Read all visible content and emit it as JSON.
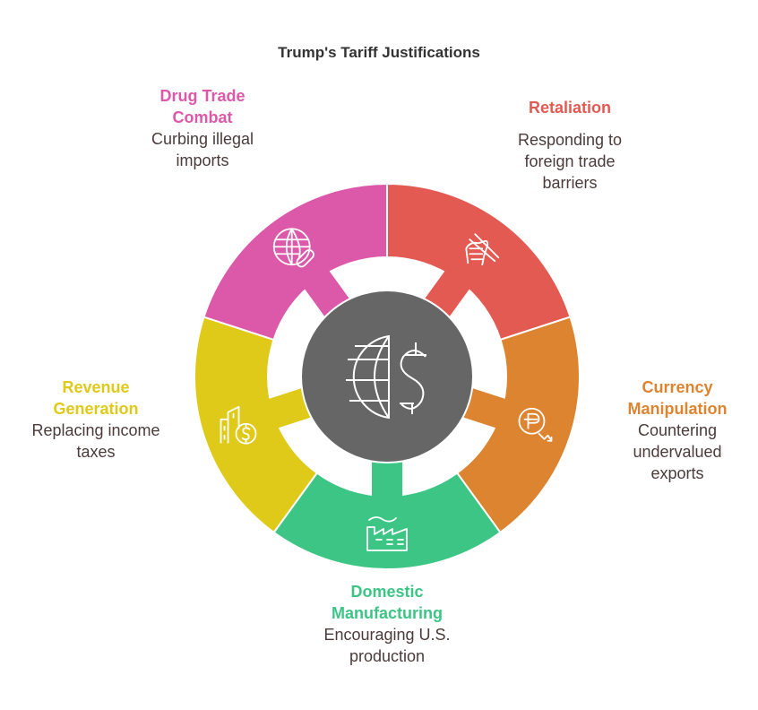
{
  "title": "Trump's Tariff Justifications",
  "center_icon": "globe-dollar-icon",
  "center_color": "#666666",
  "segments": [
    {
      "title": "Retaliation",
      "description": "Responding to foreign trade barriers",
      "color": "#E35A52",
      "icon": "hand-chopsticks-icon"
    },
    {
      "title": "Currency Manipulation",
      "description": "Countering undervalued exports",
      "color": "#DD8431",
      "icon": "currency-down-icon"
    },
    {
      "title": "Domestic Manufacturing",
      "description": "Encouraging U.S. production",
      "color": "#3CC585",
      "icon": "factory-icon"
    },
    {
      "title": "Revenue Generation",
      "description": "Replacing income taxes",
      "color": "#DFCA19",
      "icon": "building-dollar-icon"
    },
    {
      "title": "Drug Trade Combat",
      "description": "Curbing illegal imports",
      "color": "#DC58A9",
      "icon": "globe-pill-icon"
    }
  ]
}
